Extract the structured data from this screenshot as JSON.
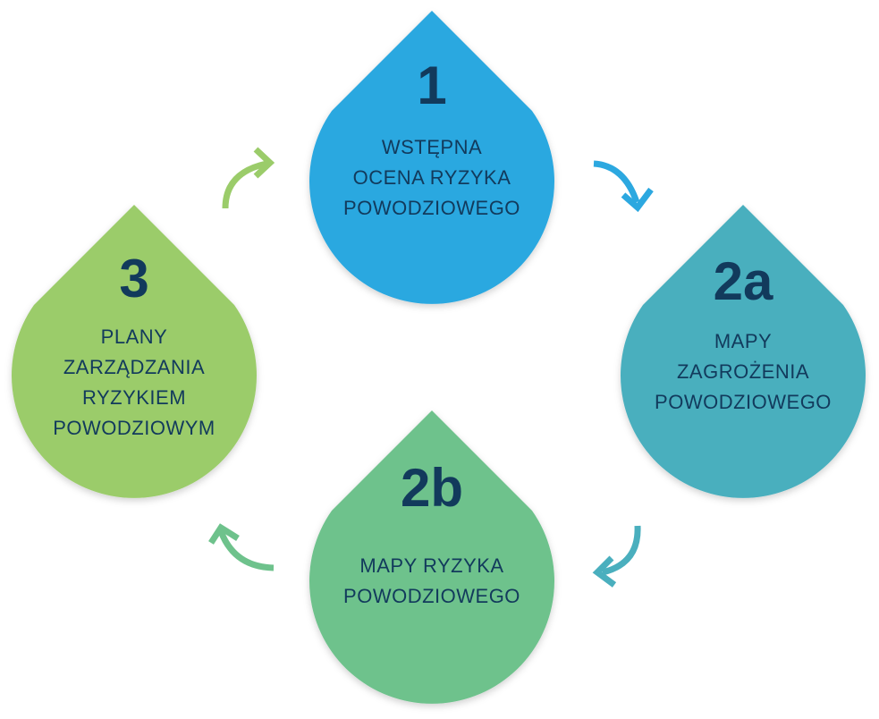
{
  "steps": [
    {
      "number": "1",
      "label": "WSTĘPNA\nOCENA RYZYKA\nPOWODZIOWEGO",
      "color": "#2ca8e0"
    },
    {
      "number": "2a",
      "label": "MAPY\nZAGROŻENIA\nPOWODZIOWEGO",
      "color": "#4aafbe"
    },
    {
      "number": "2b",
      "label": "MAPY RYZYKA\nPOWODZIOWEGO",
      "color": "#6ec28c"
    },
    {
      "number": "3",
      "label": "PLANY\nZARZĄDZANIA\nRYZYKIEM\nPOWODZIOWYM",
      "color": "#9bcc6a"
    }
  ],
  "arrows": {
    "top_right_color": "#2ca8e0",
    "bottom_right_color": "#4aafbe",
    "bottom_left_color": "#6ec28c",
    "top_left_color": "#9bcc6a"
  },
  "text_color": "#123a5c"
}
